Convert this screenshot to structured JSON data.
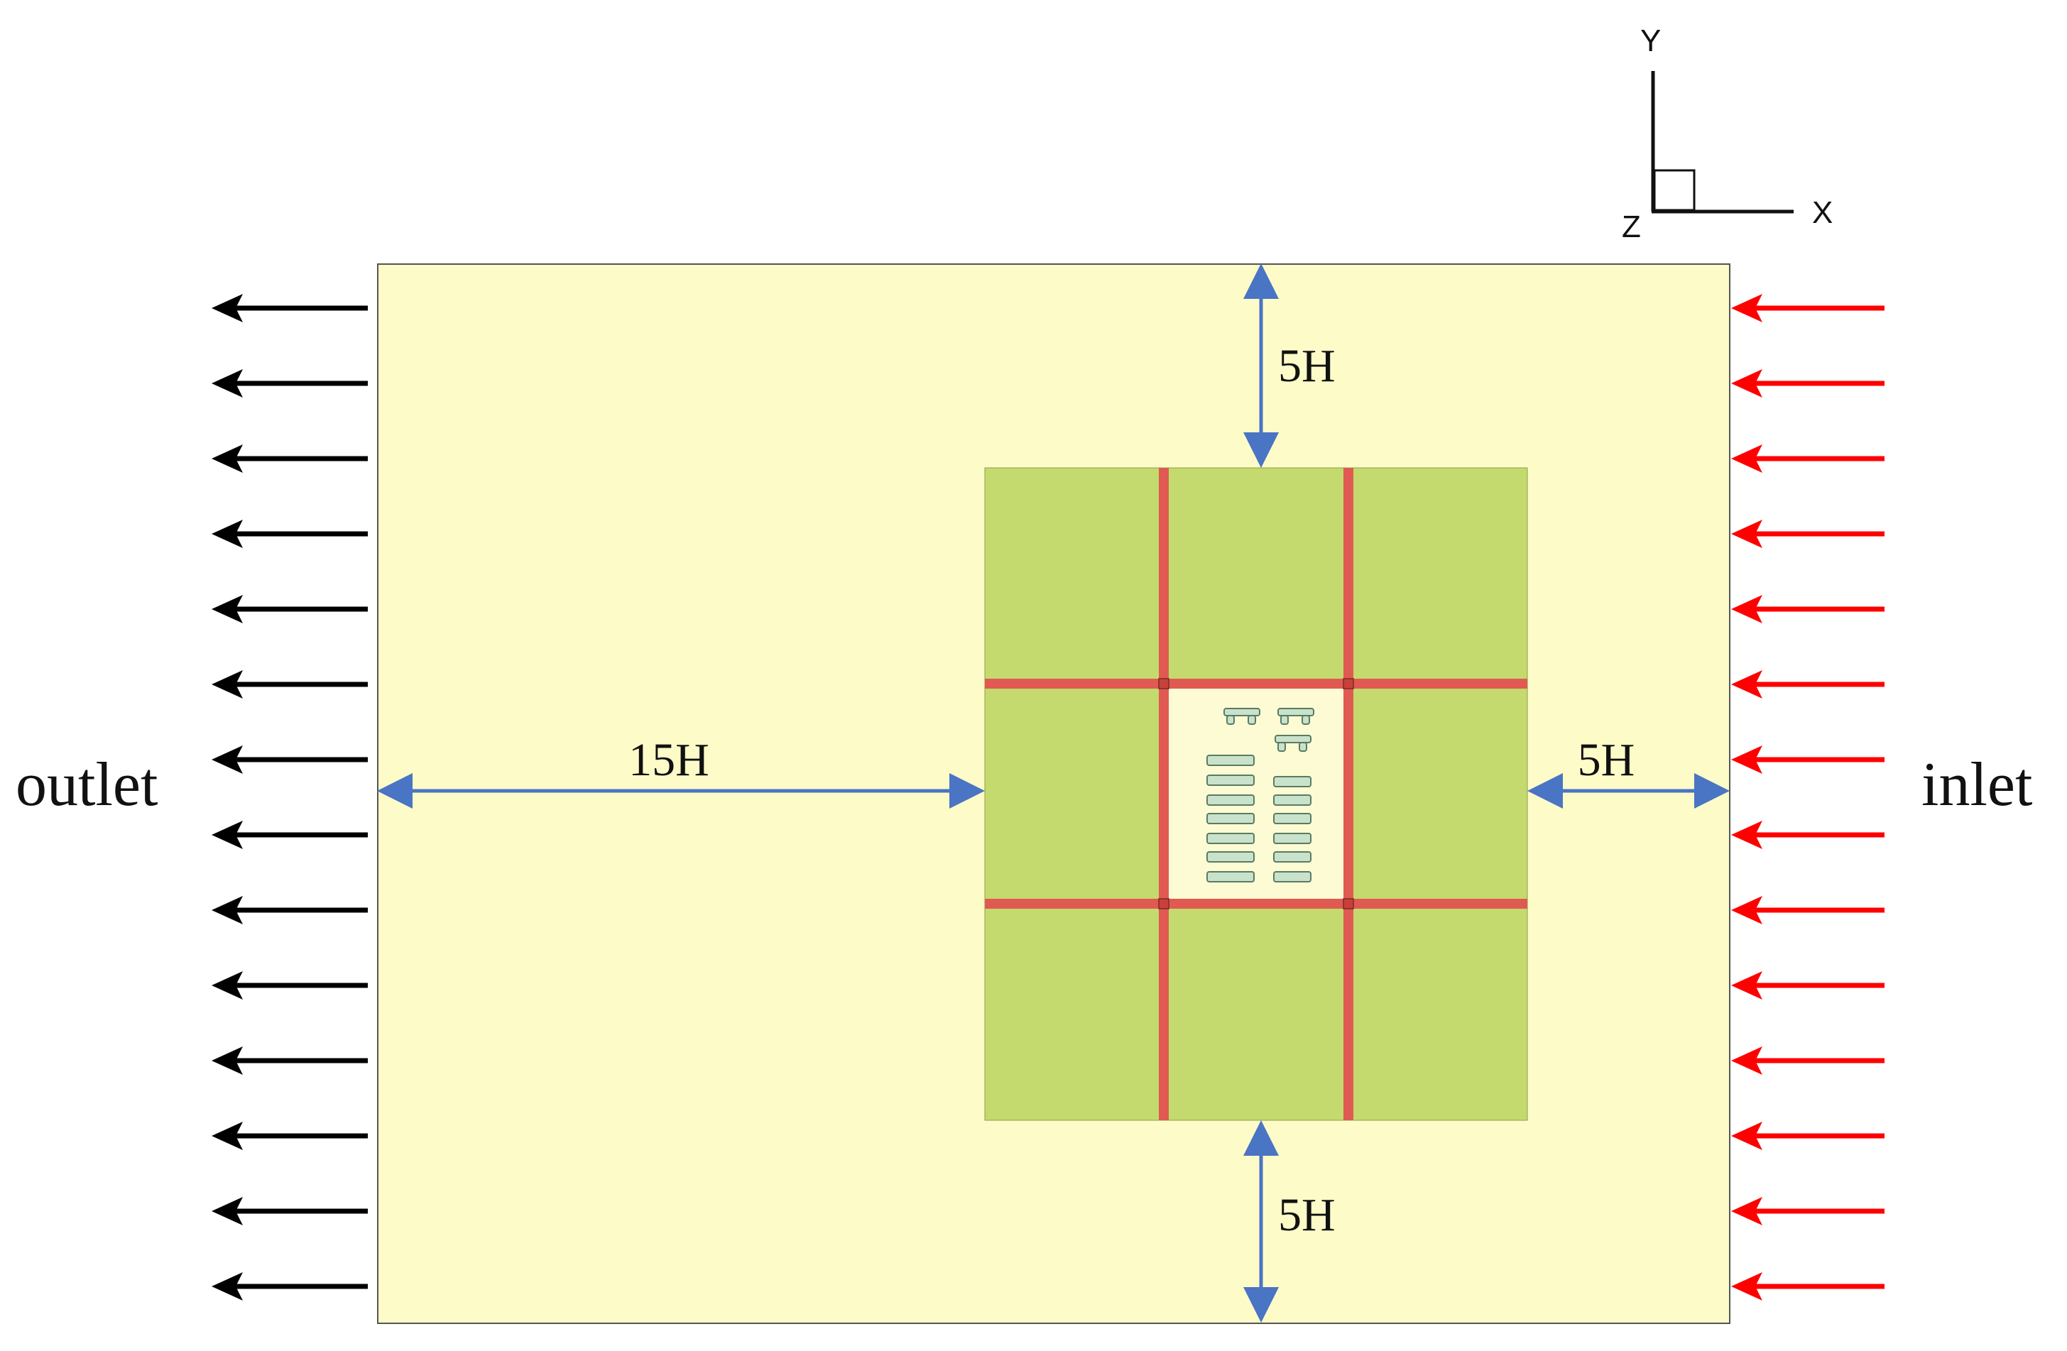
{
  "labels": {
    "outlet": "outlet",
    "inlet": "inlet"
  },
  "dimensions": {
    "top": "5H",
    "bottom": "5H",
    "left": "15H",
    "right": "5H"
  },
  "axes": {
    "x": "X",
    "y": "Y",
    "z": "Z"
  },
  "flow_arrow_count": 14,
  "colors": {
    "domain_fill": "#fdfbc8",
    "tile_fill": "#c4da6e",
    "strip_fill": "#e05a52",
    "center_fill": "#fdfbd3",
    "building_fill": "#c9e2cc",
    "dimension_arrow": "#4a74c4",
    "inlet_arrow": "#ff0000",
    "outlet_arrow": "#000000"
  }
}
